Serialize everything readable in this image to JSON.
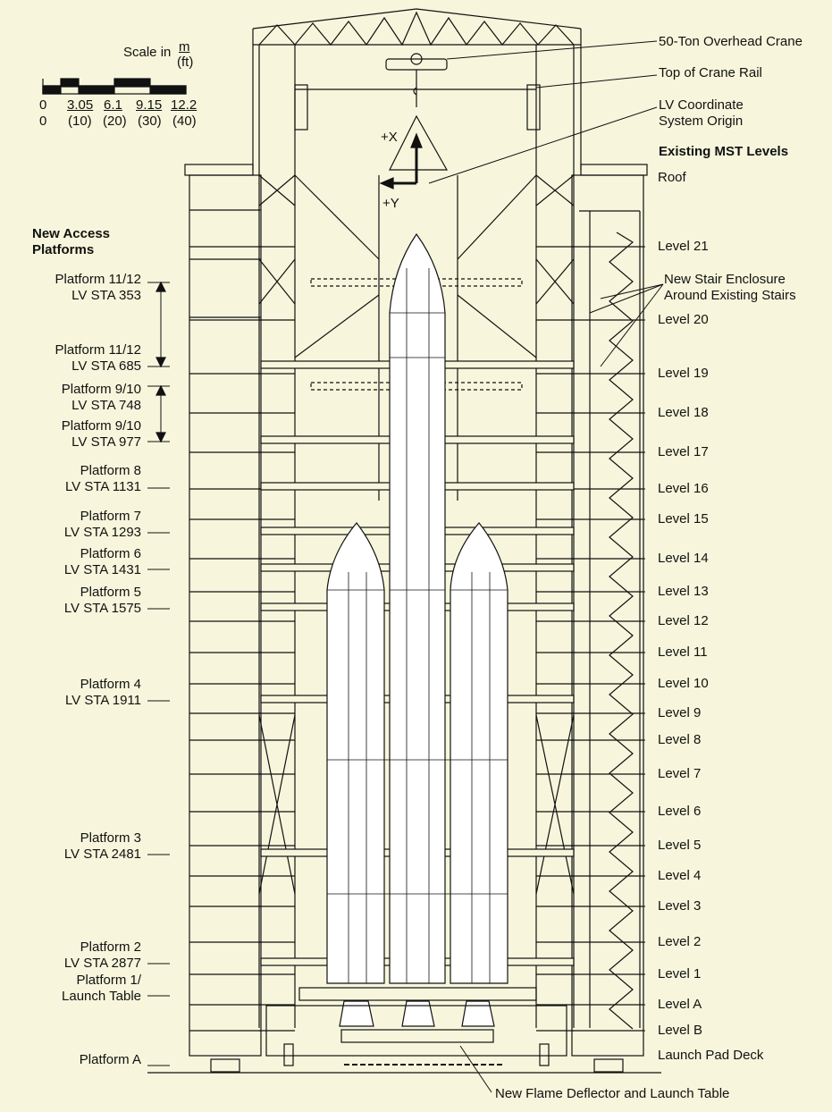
{
  "scale": {
    "label": "Scale in",
    "unit_m": "m",
    "unit_ft": "(ft)",
    "m_ticks": [
      "0",
      "3.05",
      "6.1",
      "9.15",
      "12.2"
    ],
    "ft_ticks": [
      "0",
      "(10)",
      "(20)",
      "(30)",
      "(40)"
    ]
  },
  "callouts": {
    "crane": "50-Ton Overhead Crane",
    "crane_rail": "Top of Crane Rail",
    "lv_origin_1": "LV Coordinate",
    "lv_origin_2": "System Origin",
    "stair_1": "New Stair Enclosure",
    "stair_2": "Around Existing Stairs",
    "flame": "New Flame Deflector and Launch Table"
  },
  "axes": {
    "x": "+X",
    "y": "+Y"
  },
  "left_heading": [
    "New Access",
    "Platforms"
  ],
  "right_heading": "Existing MST Levels",
  "platforms": [
    [
      "Platform 11/12",
      "LV STA 353"
    ],
    [
      "Platform 11/12",
      "LV STA 685"
    ],
    [
      "Platform 9/10",
      "LV STA 748"
    ],
    [
      "Platform 9/10",
      "LV STA 977"
    ],
    [
      "Platform 8",
      "LV STA 1131"
    ],
    [
      "Platform 7",
      "LV STA 1293"
    ],
    [
      "Platform 6",
      "LV STA 1431"
    ],
    [
      "Platform 5",
      "LV STA 1575"
    ],
    [
      "Platform 4",
      "LV STA 1911"
    ],
    [
      "Platform 3",
      "LV STA 2481"
    ],
    [
      "Platform 2",
      "LV STA 2877"
    ],
    [
      "Platform 1/",
      "Launch Table"
    ],
    [
      "Platform A",
      ""
    ]
  ],
  "levels": [
    "Roof",
    "Level  21",
    "Level  20",
    "Level  19",
    "Level  18",
    "Level  17",
    "Level  16",
    "Level  15",
    "Level  14",
    "Level  13",
    "Level  12",
    "Level  11",
    "Level  10",
    "Level  9",
    "Level  8",
    "Level  7",
    "Level  6",
    "Level  5",
    "Level  4",
    "Level  3",
    "Level  2",
    "Level  1",
    "Level A",
    "Level B",
    "Launch Pad Deck"
  ]
}
